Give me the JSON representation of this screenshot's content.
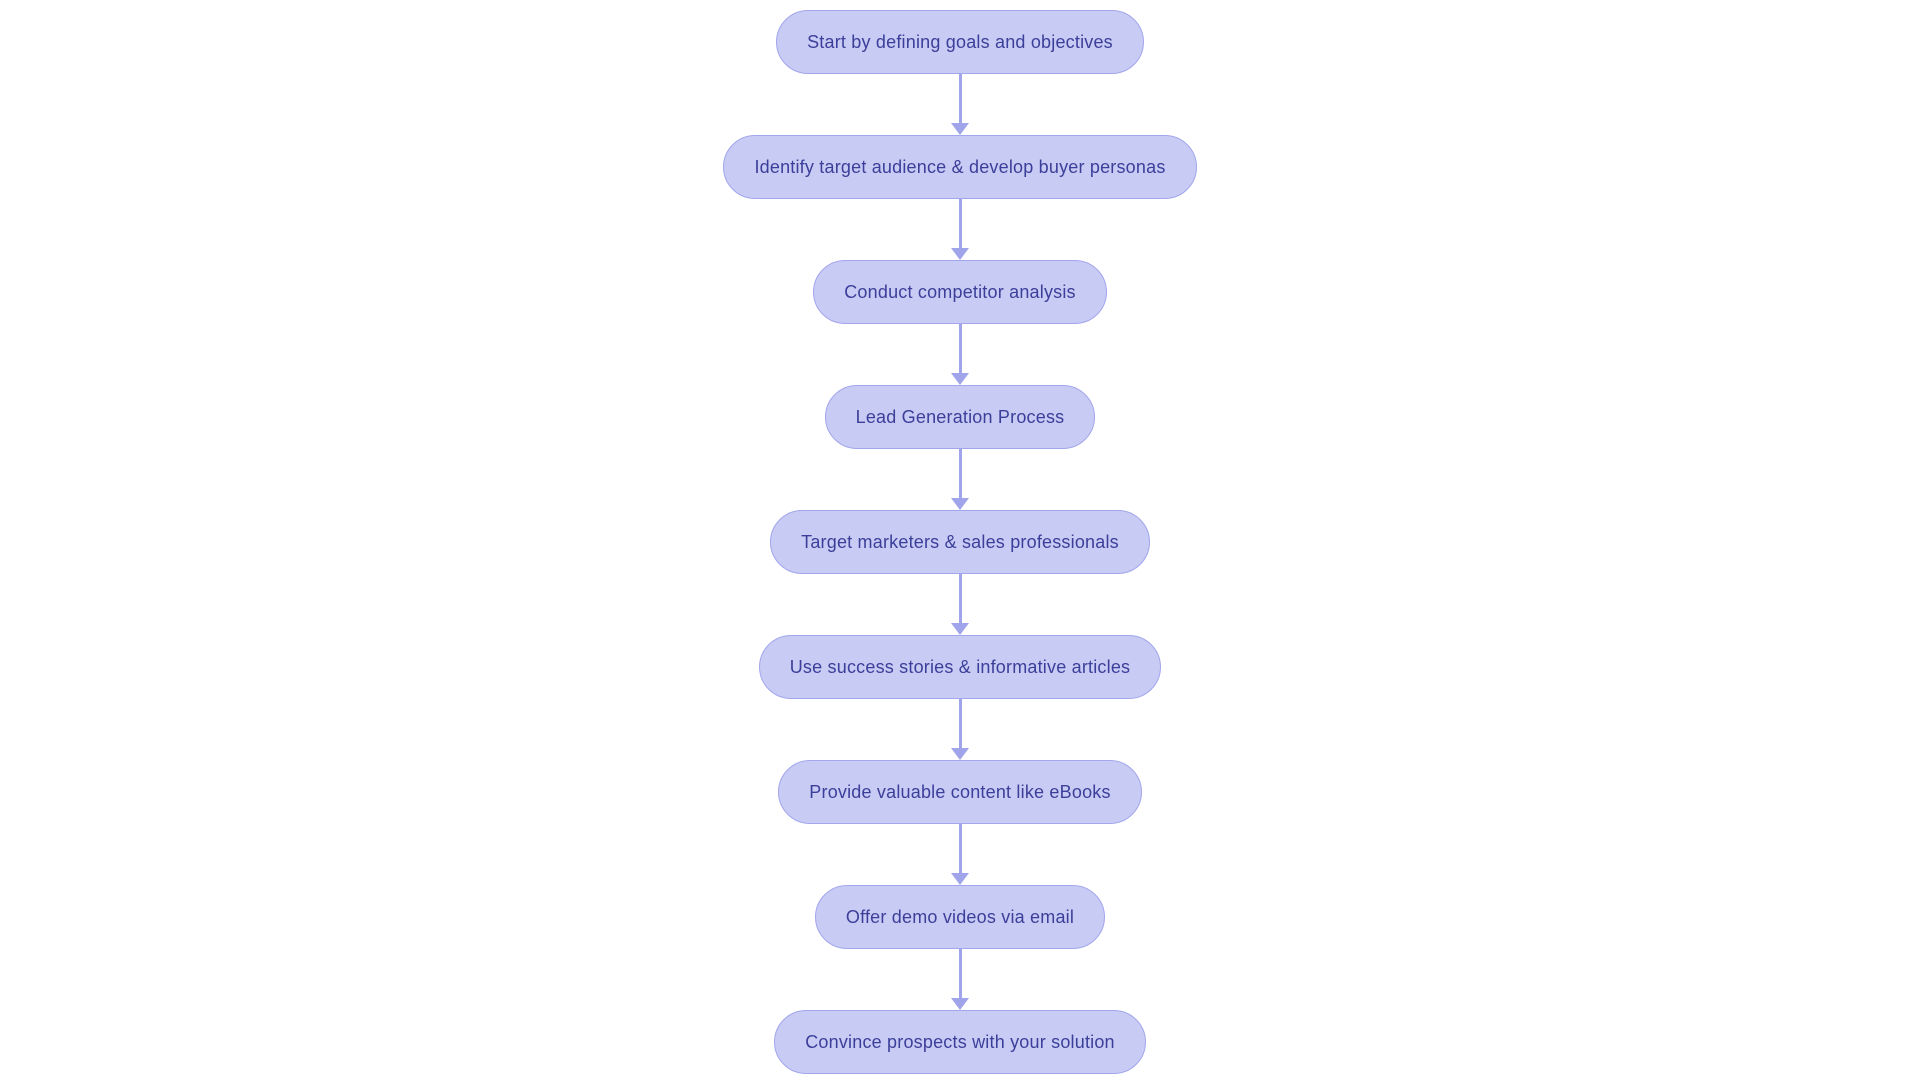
{
  "diagram": {
    "type": "flowchart",
    "direction": "top-down",
    "colors": {
      "node_fill": "#c8cbf4",
      "node_border": "#a2a6ec",
      "node_text": "#3b3f99",
      "arrow": "#a0a4ea",
      "background": "#ffffff"
    },
    "nodes": [
      {
        "label": "Start by defining goals and objectives"
      },
      {
        "label": "Identify target audience & develop buyer personas"
      },
      {
        "label": "Conduct competitor analysis"
      },
      {
        "label": "Lead Generation Process"
      },
      {
        "label": "Target marketers & sales professionals"
      },
      {
        "label": "Use success stories & informative articles"
      },
      {
        "label": "Provide valuable content like eBooks"
      },
      {
        "label": "Offer demo videos via email"
      },
      {
        "label": "Convince prospects with your solution"
      }
    ],
    "edges": [
      {
        "from": 0,
        "to": 1
      },
      {
        "from": 1,
        "to": 2
      },
      {
        "from": 2,
        "to": 3
      },
      {
        "from": 3,
        "to": 4
      },
      {
        "from": 4,
        "to": 5
      },
      {
        "from": 5,
        "to": 6
      },
      {
        "from": 6,
        "to": 7
      },
      {
        "from": 7,
        "to": 8
      }
    ]
  }
}
